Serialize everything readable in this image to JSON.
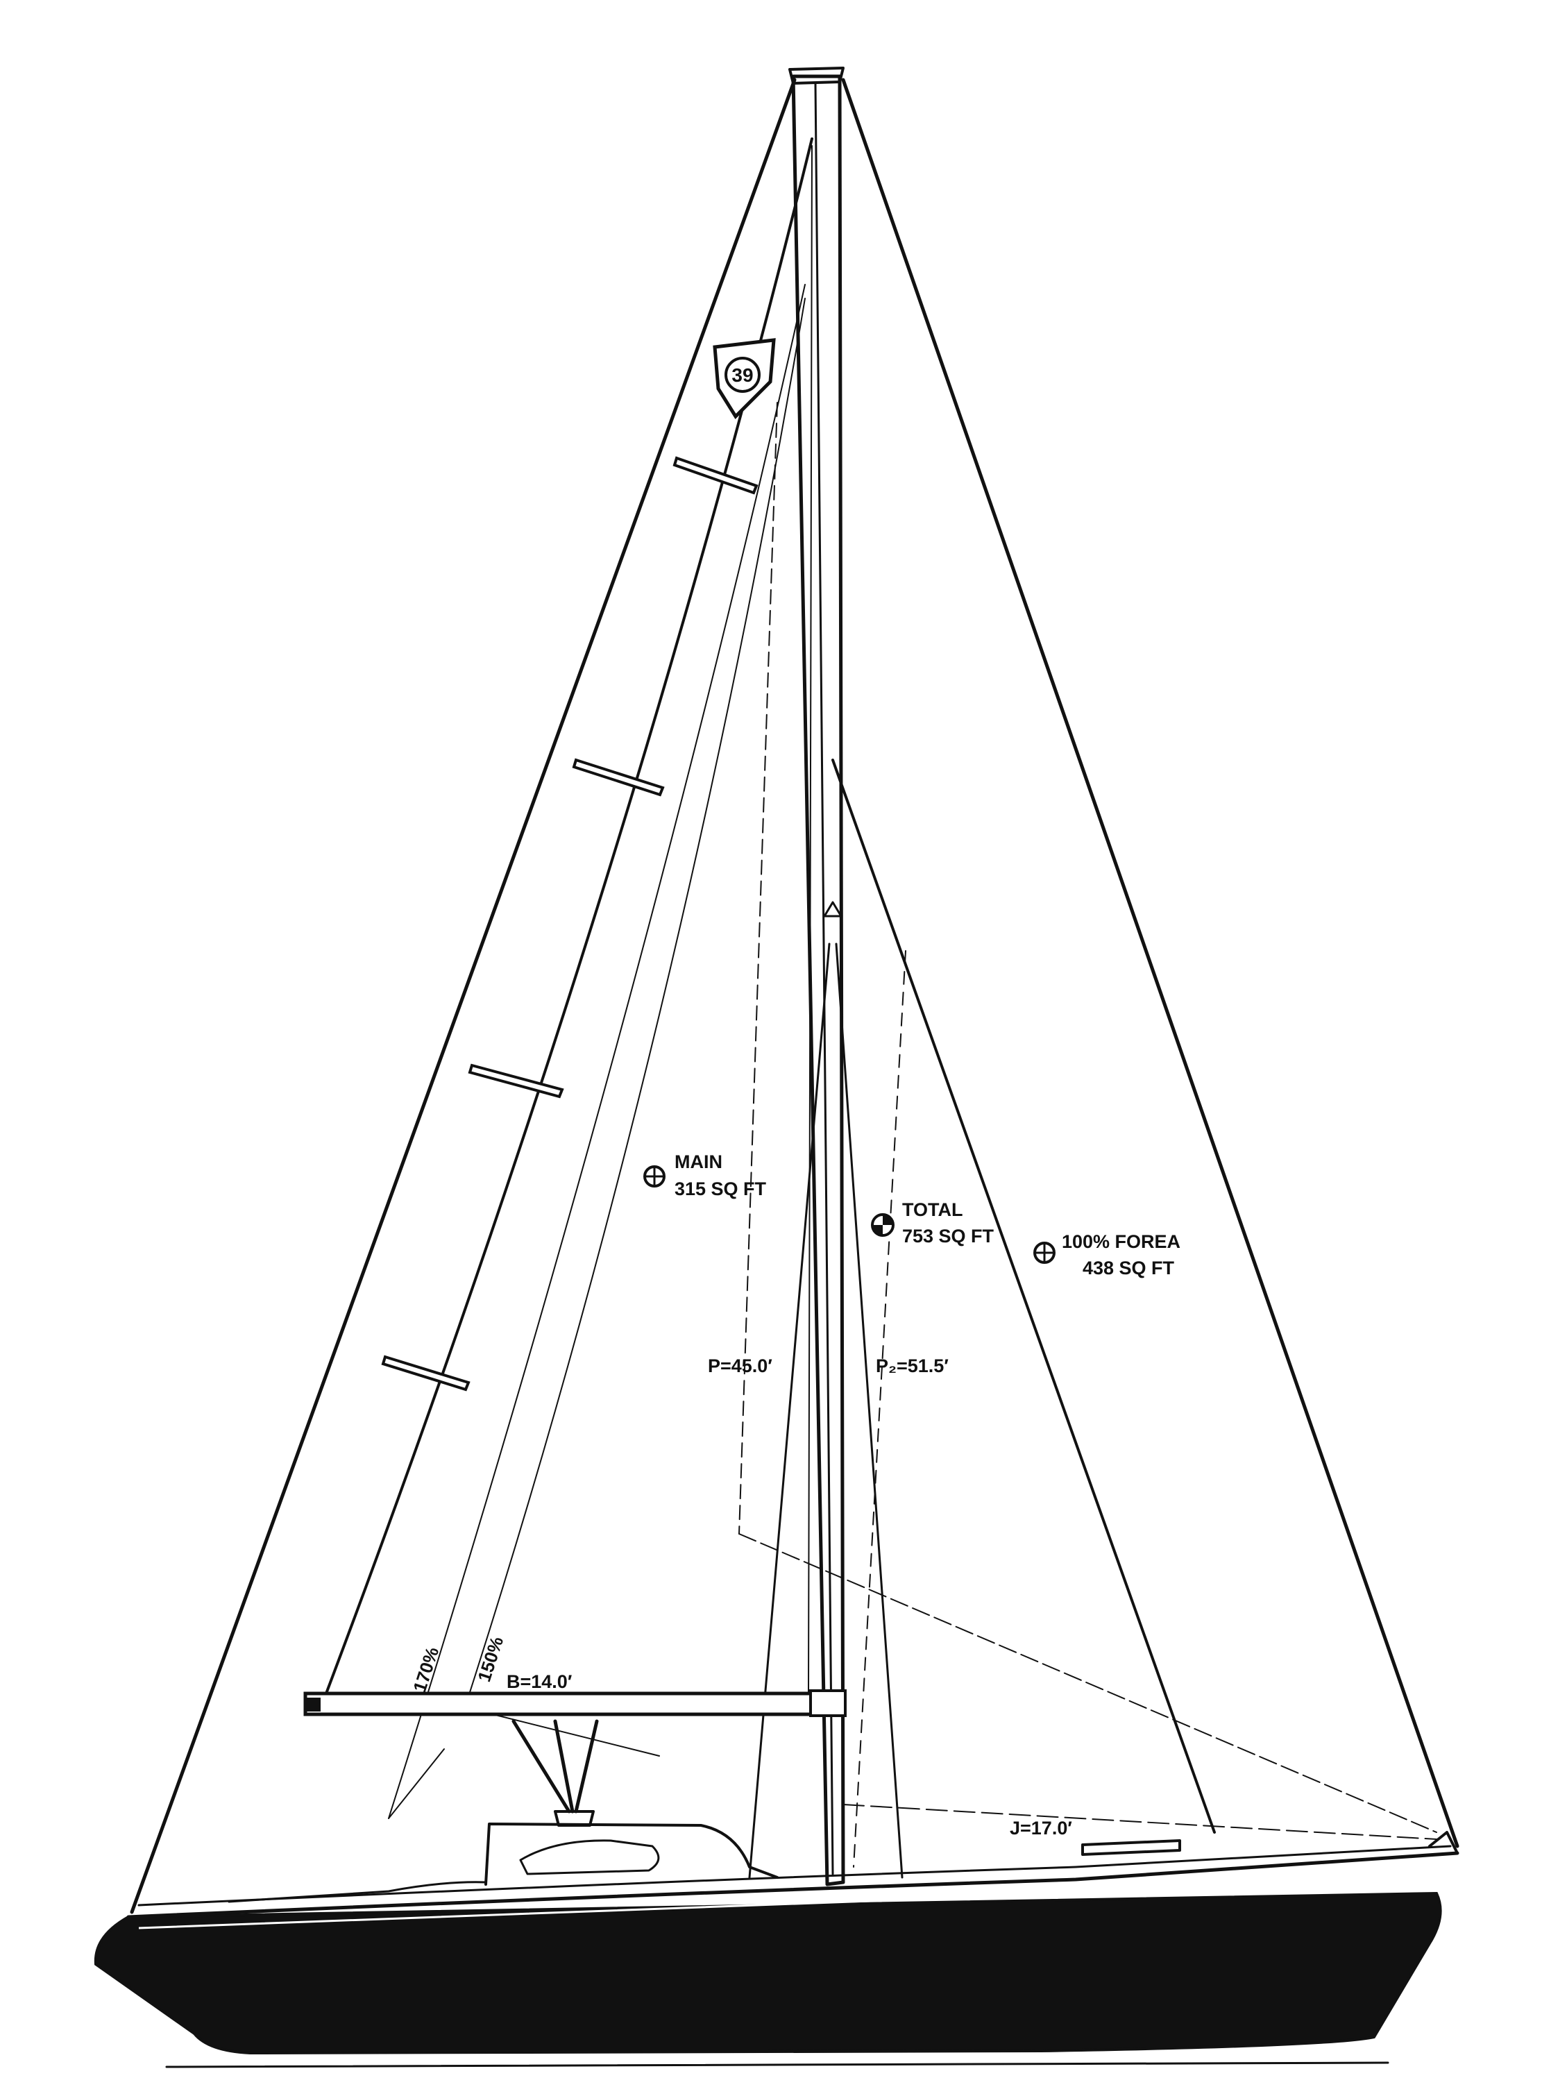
{
  "badge": {
    "text": "39"
  },
  "sails": {
    "main": {
      "name": "MAIN",
      "area": "315 SQ FT"
    },
    "total": {
      "name": "TOTAL",
      "area": "753 SQ FT"
    },
    "fore": {
      "name": "100% FOREA",
      "area": "438 SQ FT"
    }
  },
  "dimensions": {
    "p": "P=45.0′",
    "p2": "P₂=51.5′",
    "b": "B=14.0′",
    "j": "J=17.0′"
  },
  "overlaps": {
    "pct170": "170%",
    "pct150": "150%"
  },
  "colors": {
    "ink": "#111111",
    "paper": "#ffffff"
  },
  "icons": {
    "centroid": "circle-cross",
    "total_centroid": "circle-quartered-filled"
  }
}
